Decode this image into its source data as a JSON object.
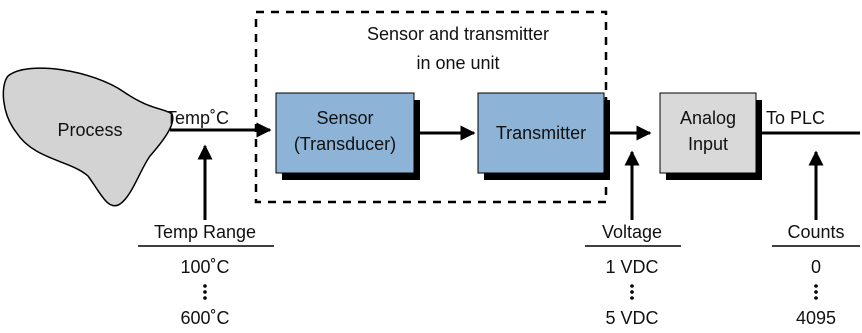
{
  "unit_label": [
    "Sensor and transmitter",
    "in one unit"
  ],
  "process": {
    "label": "Process",
    "fill": "#d3d3d3"
  },
  "sensor": {
    "label": [
      "Sensor",
      "(Transducer)"
    ],
    "fill": "#8db3d6"
  },
  "transmitter": {
    "label": "Transmitter",
    "fill": "#8db3d6"
  },
  "analog_input": {
    "label": [
      "Analog",
      "Input"
    ],
    "fill": "#d9d9d9"
  },
  "signals": {
    "temp": "Temp˚C",
    "plc": "To PLC"
  },
  "scales": {
    "temp": {
      "title": "Temp Range",
      "low": "100˚C",
      "high": "600˚C"
    },
    "voltage": {
      "title": "Voltage",
      "low": "1 VDC",
      "high": "5 VDC"
    },
    "counts": {
      "title": "Counts",
      "low": "0",
      "high": "4095"
    }
  },
  "shadow_color": "#000000"
}
